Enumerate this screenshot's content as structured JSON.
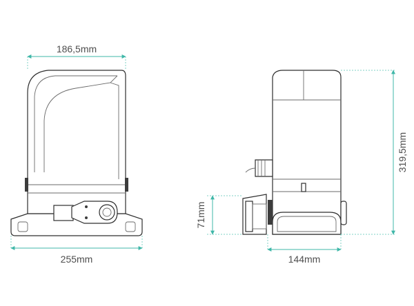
{
  "dimensions": {
    "front_width_top": "186,5mm",
    "front_width_base": "255mm",
    "side_height_total": "319,5mm",
    "side_height_gear": "71mm",
    "side_width_base": "144mm"
  },
  "colors": {
    "dimension": "#3fb7a8",
    "outline": "#2d2d2d",
    "text": "#4e4e4e"
  }
}
